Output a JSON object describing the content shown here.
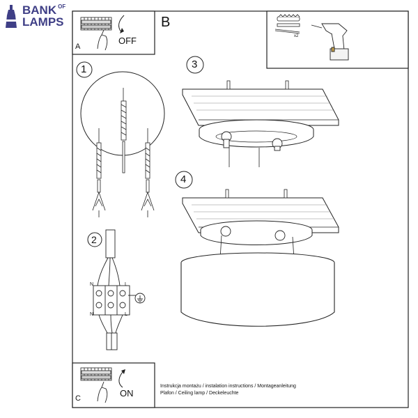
{
  "logo": {
    "line1": "BANK",
    "line1_small": "OF",
    "line2": "LAMPS",
    "color": "#3f3f86"
  },
  "panel_a": {
    "letter": "A",
    "switch_text": "OFF"
  },
  "panel_b": {
    "letter": "B",
    "dowel_qty": "x2"
  },
  "panel_c": {
    "letter": "C",
    "switch_text": "ON"
  },
  "steps": [
    {
      "number": "1"
    },
    {
      "number": "2"
    },
    {
      "number": "3"
    },
    {
      "number": "4"
    }
  ],
  "wiring": {
    "neutral_top": "N",
    "live_top": "L",
    "neutral_bottom": "N",
    "live_bottom": "L",
    "ground_icon": "earth-ground-icon"
  },
  "caption": {
    "line1": "Instrukcja montażu / instalation instructions / Montageanleitung",
    "line2": "Plafon / Ceiling lamp / Deckeleuchte"
  },
  "colors": {
    "line": "#222222",
    "logo": "#3f3f86"
  }
}
